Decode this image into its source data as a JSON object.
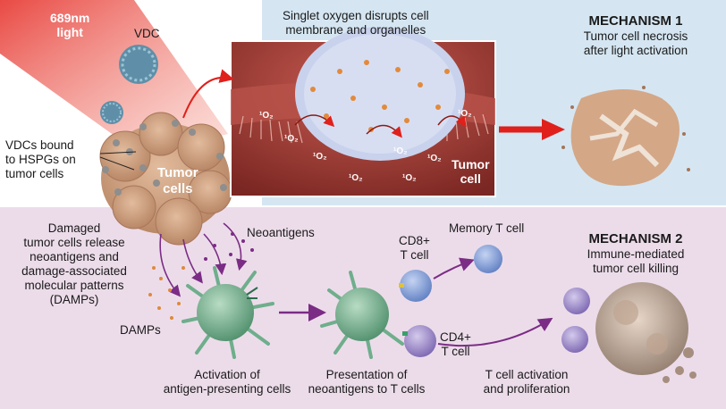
{
  "light": {
    "wavelength": "689nm",
    "word": "light"
  },
  "vdc_label": "VDC",
  "vdcs_bound_label": [
    "VDCs bound",
    "to HSPGs on",
    "tumor cells"
  ],
  "tumor_cells_label": [
    "Tumor",
    "cells"
  ],
  "singlet_oxygen_label": [
    "Singlet oxygen disrupts cell",
    "membrane and organelles"
  ],
  "singlet_oxygen_marker": "¹O₂",
  "tumor_cell_label": [
    "Tumor",
    "cell"
  ],
  "mechanism1": {
    "title": "MECHANISM 1",
    "caption": [
      "Tumor cell necrosis",
      "after light activation"
    ]
  },
  "damaged_label": [
    "Damaged",
    "tumor cells release",
    "neoantigens and",
    "damage-associated",
    "molecular patterns",
    "(DAMPs)"
  ],
  "neoantigens_label": "Neoantigens",
  "damps_label": "DAMPs",
  "activation_label": [
    "Activation of",
    "antigen-presenting cells"
  ],
  "presentation_label": [
    "Presentation of",
    "neoantigens to T cells"
  ],
  "cd8_label": [
    "CD8+",
    "T cell"
  ],
  "memory_label": "Memory T cell",
  "cd4_label": [
    "CD4+",
    "T cell"
  ],
  "tcell_activation_label": [
    "T cell activation",
    "and proliferation"
  ],
  "mechanism2": {
    "title": "MECHANISM 2",
    "caption": [
      "Immune-mediated",
      "tumor cell killing"
    ]
  },
  "colors": {
    "mechanism1_bg": "#d5e6f2",
    "mechanism2_bg": "#ecdcea",
    "light_beam": "#e8403a",
    "arrow_red": "#e0201b",
    "arrow_purple": "#7b2c85",
    "tumor": "#c99877",
    "apc": "#6fae8c",
    "cd8_tcell": "#7f9ed8",
    "cd4_tcell": "#9a86c8",
    "inset_bg": "#9e3530"
  }
}
